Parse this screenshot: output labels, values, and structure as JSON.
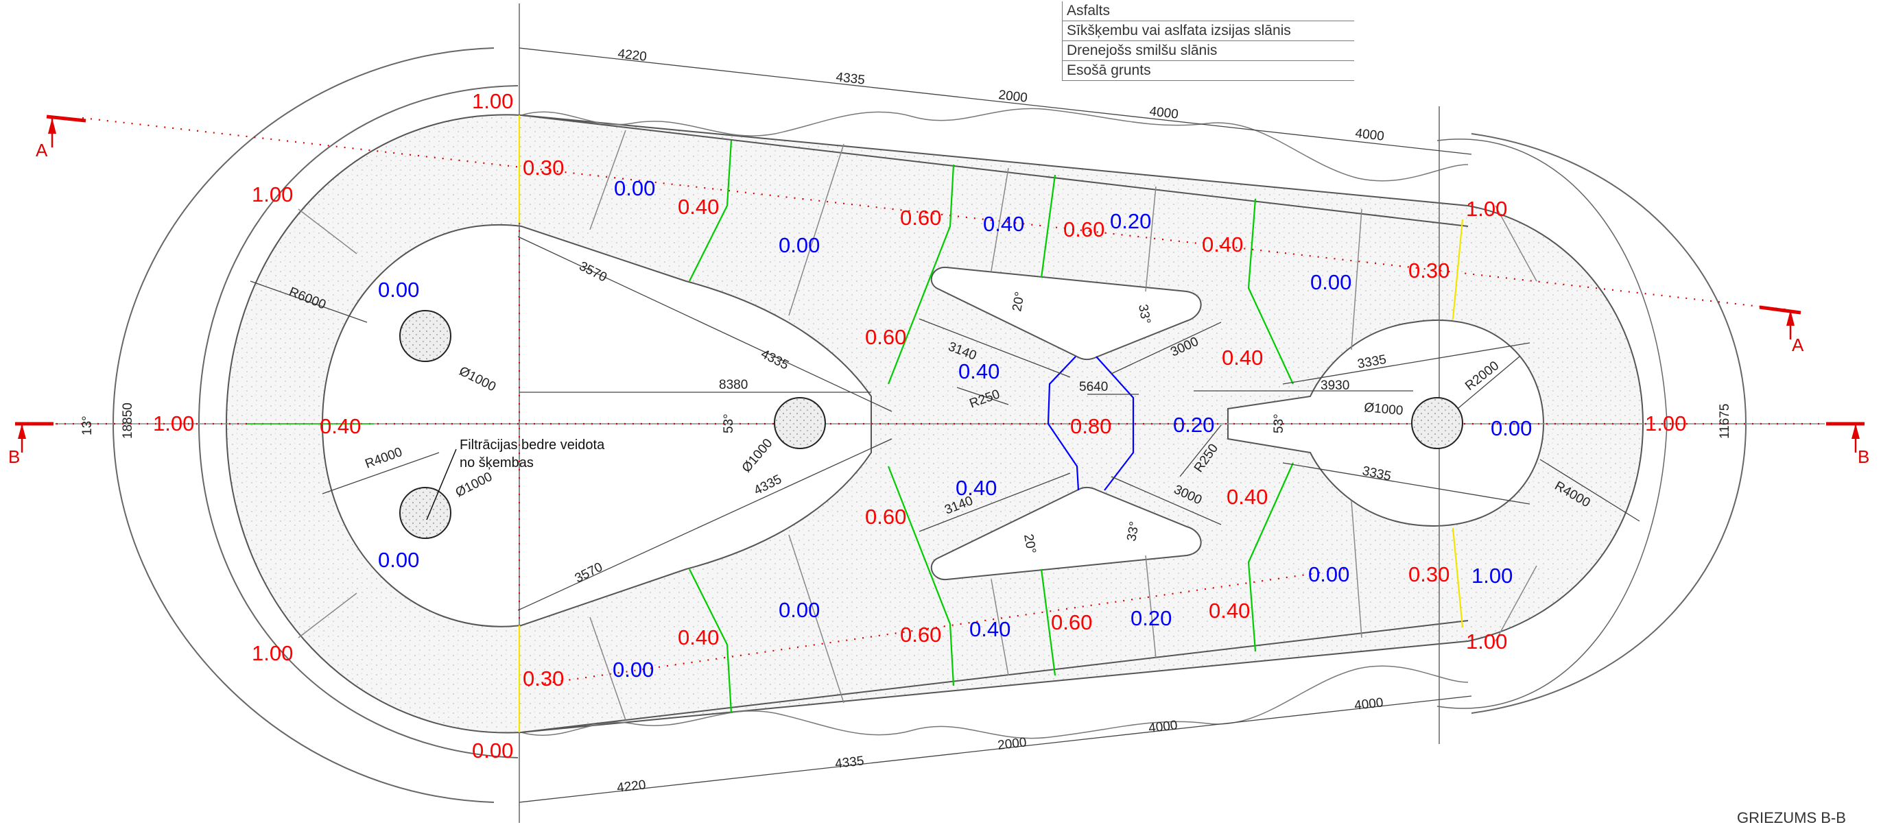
{
  "legend": {
    "rows": [
      "Asfalts",
      "Sīkšķembu vai aslfata izsijas slānis",
      "Drenejošs smilšu slānis",
      "Esošā grunts"
    ]
  },
  "title_block": "GRIEZUMS B-B",
  "note": {
    "line1": "Filtrācijas bedre veidota",
    "line2": "no šķembas"
  },
  "section_marks": {
    "a": "A",
    "b": "B"
  },
  "colors": {
    "red": "#ff0000",
    "blue": "#0000ff",
    "green": "#00cc00",
    "yellow": "#f2e600",
    "line": "#555555",
    "hatch": "#d9d9d9"
  },
  "levels": [
    "1.00",
    "0.30",
    "0.00",
    "0.40",
    "0.00",
    "0.60",
    "0.40",
    "0.60",
    "0.20",
    "0.40",
    "0.00",
    "0.30",
    "1.00",
    "1.00",
    "0.00",
    "0.60",
    "0.40",
    "0.40",
    "1.00",
    "0.40",
    "0.80",
    "0.20",
    "0.00",
    "1.00",
    "0.00",
    "0.40",
    "0.60",
    "0.40",
    "1.00",
    "0.00",
    "0.40",
    "0.00",
    "0.60",
    "0.40",
    "0.60",
    "0.20",
    "0.40",
    "0.00",
    "0.30",
    "1.00",
    "0.30",
    "0.00",
    "1.00"
  ],
  "dimensions": {
    "top": [
      "4220",
      "4335",
      "2000",
      "4000",
      "4000"
    ],
    "bottom": [
      "4220",
      "4335",
      "2000",
      "4000",
      "4000"
    ],
    "overall_height": "18850",
    "overall_right": "11675",
    "inner": [
      "3570",
      "4335",
      "8380",
      "3140",
      "5640",
      "3000",
      "3335",
      "3930",
      "3140",
      "3000",
      "3335",
      "4335",
      "3570"
    ],
    "radii": [
      "R6000",
      "R4000",
      "R2000",
      "R4000",
      "R250",
      "R250"
    ],
    "diameters": [
      "Ø1000",
      "Ø1000",
      "Ø1000",
      "Ø1000"
    ],
    "angles": [
      "13°",
      "53°",
      "20°",
      "33°",
      "20°",
      "33°",
      "53°"
    ]
  }
}
